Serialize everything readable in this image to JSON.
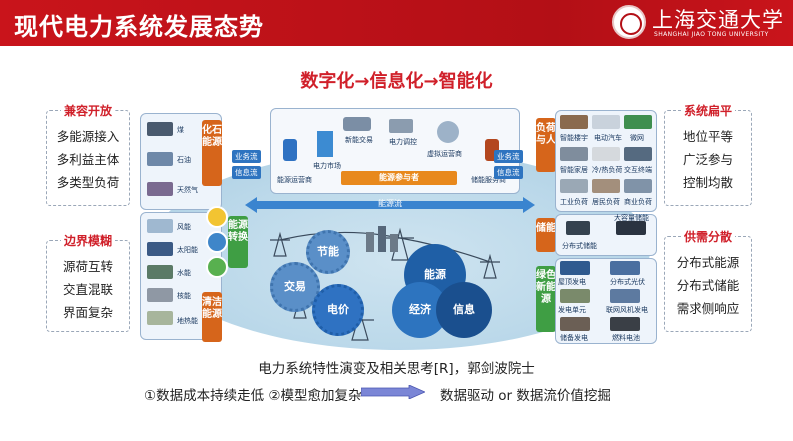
{
  "header": {
    "title": "现代电力系统发展态势",
    "logo_cn": "上海交通大学",
    "logo_en": "SHANGHAI JIAO TONG UNIVERSITY"
  },
  "subtitle": "数字化→信息化→智能化",
  "left_top": {
    "caption": "兼容开放",
    "items": [
      "多能源接入",
      "多利益主体",
      "多类型负荷"
    ]
  },
  "left_bottom": {
    "caption": "边界模糊",
    "items": [
      "源荷互转",
      "交直混联",
      "界面复杂"
    ]
  },
  "right_top": {
    "caption": "系统扁平",
    "items": [
      "地位平等",
      "广泛参与",
      "控制均散"
    ]
  },
  "right_bottom": {
    "caption": "供需分散",
    "items": [
      "分布式能源",
      "分布式储能",
      "需求侧响应"
    ]
  },
  "diagram": {
    "fossil_label": "化石能源",
    "fossil_items": [
      "煤",
      "石油",
      "天然气"
    ],
    "clean_label": "清洁能源",
    "clean_items": [
      "风能",
      "太阳能",
      "水能",
      "核能",
      "地热能"
    ],
    "conversion_label": "能源转换",
    "top_participants": [
      "能源运营商",
      "电力市场",
      "新能交易",
      "电力调控",
      "虚拟运营商",
      "储能服务商"
    ],
    "participants_banner": "能源参与者",
    "left_flows": [
      "业务流",
      "信息流"
    ],
    "right_flows": [
      "业务流",
      "信息流"
    ],
    "energy_flow": "能源流",
    "load_label": "负荷与人",
    "load_items": [
      "智能楼宇",
      "电动汽车",
      "微网",
      "智能家居",
      "冷/热负荷",
      "交互终端",
      "工业负荷",
      "居民负荷",
      "商业负荷"
    ],
    "storage_label": "储能",
    "storage_items": [
      "分布式储能",
      "大容量储能"
    ],
    "green_label": "绿色新能源",
    "green_items": [
      "屋顶发电",
      "分布式光伏",
      "发电单元",
      "联网风机发电",
      "储备发电",
      "燃料电池"
    ],
    "gears": [
      "节能",
      "交易",
      "电价"
    ],
    "circles": [
      "能源",
      "经济",
      "信息"
    ]
  },
  "caption": "电力系统特性演变及相关思考[R]，郭剑波院士",
  "bottom": {
    "left": "①数据成本持续走低  ②模型愈加复杂",
    "right": "数据驱动 or 数据流价值挖掘"
  },
  "colors": {
    "brand_red": "#c9141b",
    "accent_red": "#d0202a",
    "flow_blue": "#2e74c0",
    "orange": "#d6651b",
    "green": "#3f9e44"
  }
}
